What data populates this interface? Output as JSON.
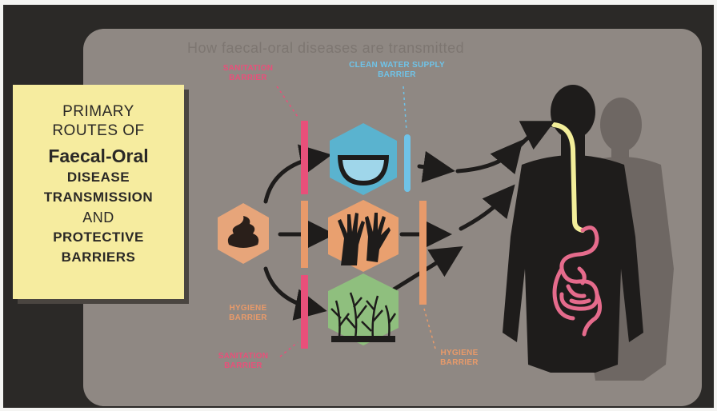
{
  "slide": {
    "faded_title": "How faecal-oral diseases are transmitted"
  },
  "card": {
    "line1": "PRIMARY",
    "line2": "ROUTES OF",
    "line3": "Faecal-Oral",
    "line4": "DISEASE",
    "line5": "TRANSMISSION",
    "line6": "AND",
    "line7": "PROTECTIVE",
    "line8": "BARRIERS"
  },
  "barriers": {
    "sanitation_top": [
      "SANITATION",
      "BARRIER"
    ],
    "water_supply_top": [
      "CLEAN WATER SUPPLY",
      "BARRIER"
    ],
    "hygiene_left": [
      "HYGIENE",
      "BARRIER"
    ],
    "sanitation_bottom": [
      "SANITATION",
      "BARRIER"
    ],
    "hygiene_right": [
      "HYGIENE",
      "BARRIER"
    ]
  },
  "colors": {
    "sanitation": "#e8507a",
    "water": "#6fc3e8",
    "hygiene": "#e89a6a",
    "hex_water": "#5ab3cf",
    "hex_hands": "#e9a06f",
    "hex_field": "#8fbf7e",
    "hex_source": "#e7a57a",
    "intestine": "#e56b8c",
    "esophagus": "#f3ee9a"
  },
  "icons": {
    "source": "faeces-icon",
    "water": "water-bowl-icon",
    "hands": "hands-icon",
    "field": "crops-field-icon",
    "person": "person-silhouette-icon"
  }
}
